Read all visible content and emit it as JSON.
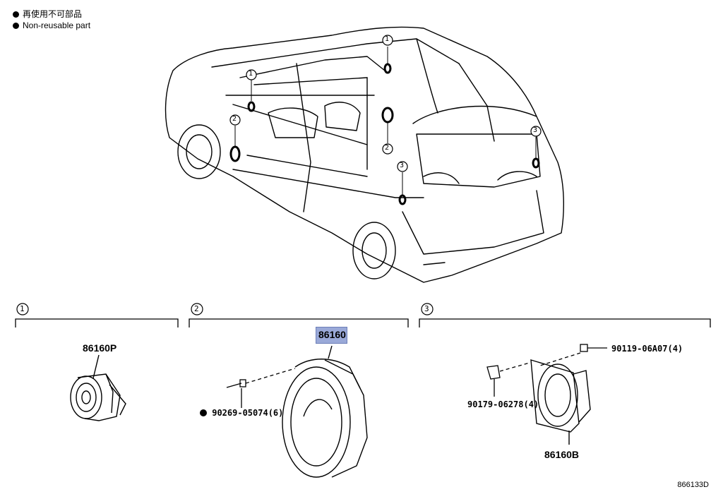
{
  "legend": {
    "line1": "再使用不可部品",
    "line2": "Non-reusable part"
  },
  "sections": [
    {
      "num": "1"
    },
    {
      "num": "2"
    },
    {
      "num": "3"
    }
  ],
  "car_callouts": [
    "1",
    "1",
    "2",
    "2",
    "3",
    "3"
  ],
  "parts": {
    "p86160P": "86160P",
    "p86160": "86160",
    "p86160B": "86160B",
    "bolt_90269": "90269-05074(6)",
    "bolt_90119": "90119-06A07(4)",
    "clip_90179": "90179-06278(4)"
  },
  "reference_code": "866133D"
}
